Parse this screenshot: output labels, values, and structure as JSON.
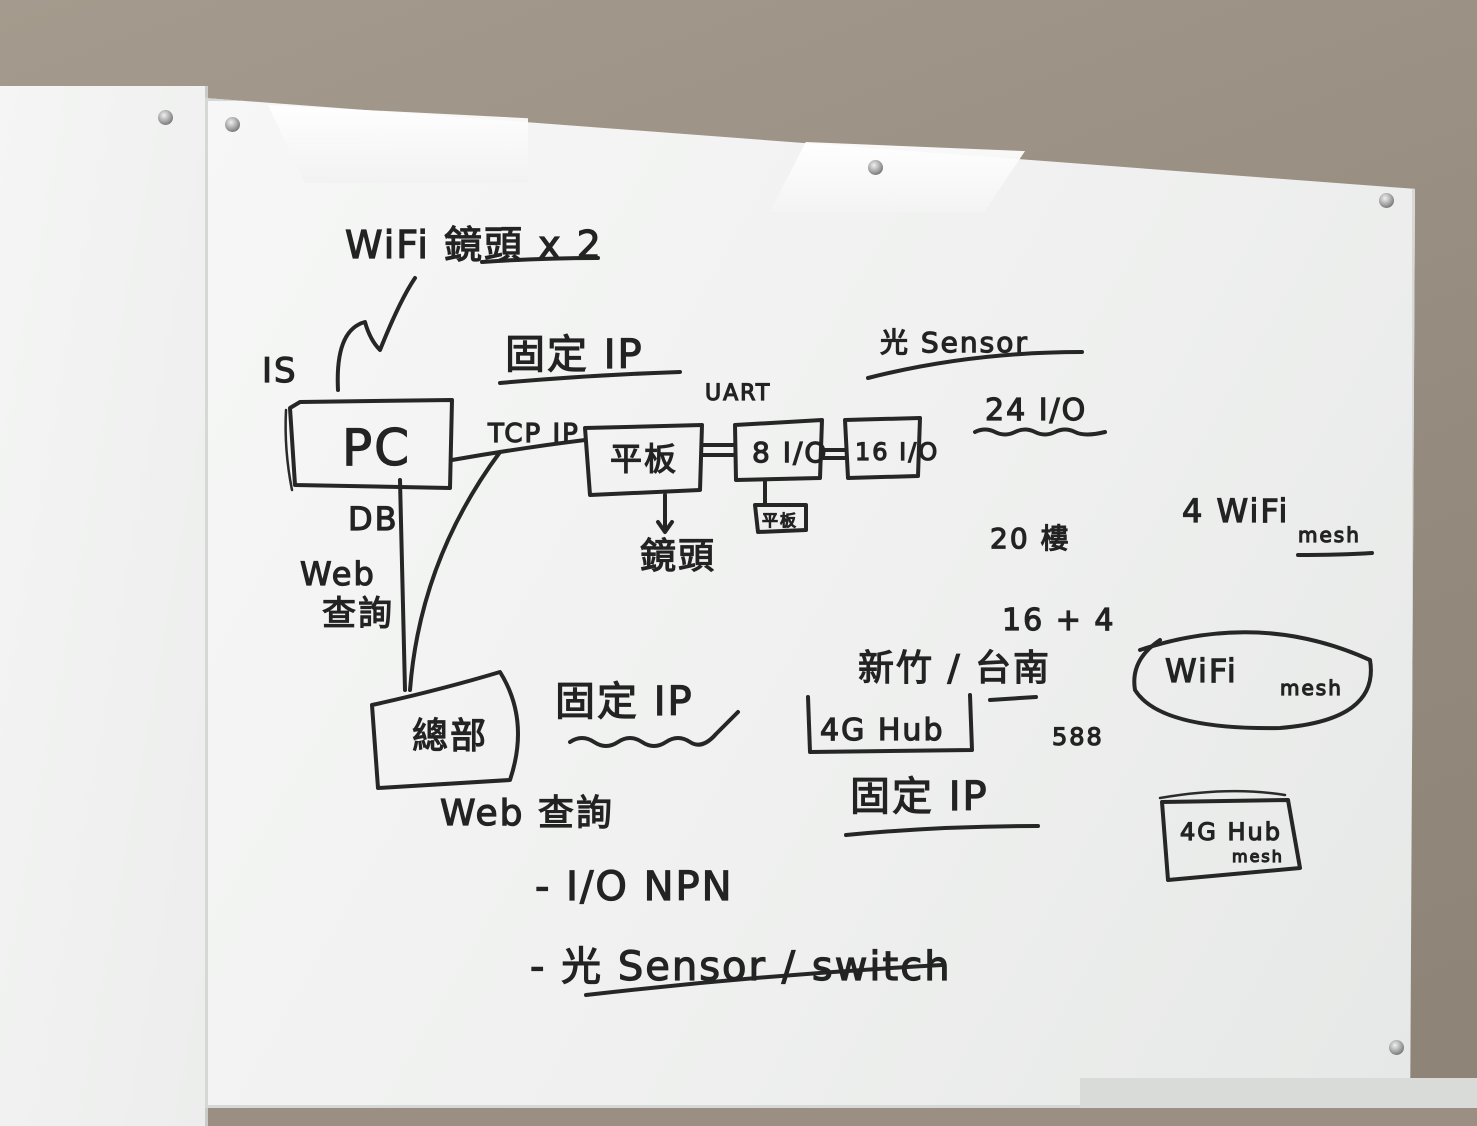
{
  "board": {
    "wifi_camera": "WiFi 鏡頭 x 2",
    "is_label": "IS",
    "fixed_ip_top": "固定 IP",
    "uart_label": "UART",
    "light_sensor_top": "光 Sensor",
    "io_24": "24 I/O",
    "pc_label": "PC",
    "tcpip_label": "TCP IP",
    "tablet_label": "平板",
    "io_8": "8 I/O",
    "io_16": "16 I/O",
    "small_box": "平板",
    "camera_label": "鏡頭",
    "db_label": "DB",
    "web_query_left_1": "Web",
    "web_query_left_2": "查詢",
    "wifi_mesh_4": "4 WiFi",
    "mesh_small": "mesh",
    "floor_20": "20 樓",
    "sixteen_plus_four": "16 + 4",
    "city_label": "新竹 / 台南",
    "headquarters": "總部",
    "fixed_ip_mid": "固定 IP",
    "hub_4g": "4G Hub",
    "number_588": "588",
    "wifi_mesh_circle": "WiFi",
    "wifi_mesh_circle_sub": "mesh",
    "web_query_bottom": "Web 查詢",
    "fixed_ip_bottom": "固定 IP",
    "hub_4g_mesh": "4G Hub",
    "hub_4g_mesh_sub": "mesh",
    "bullet_io_npn": "- I/O NPN",
    "bullet_light_switch": "- 光 Sensor / switch"
  }
}
